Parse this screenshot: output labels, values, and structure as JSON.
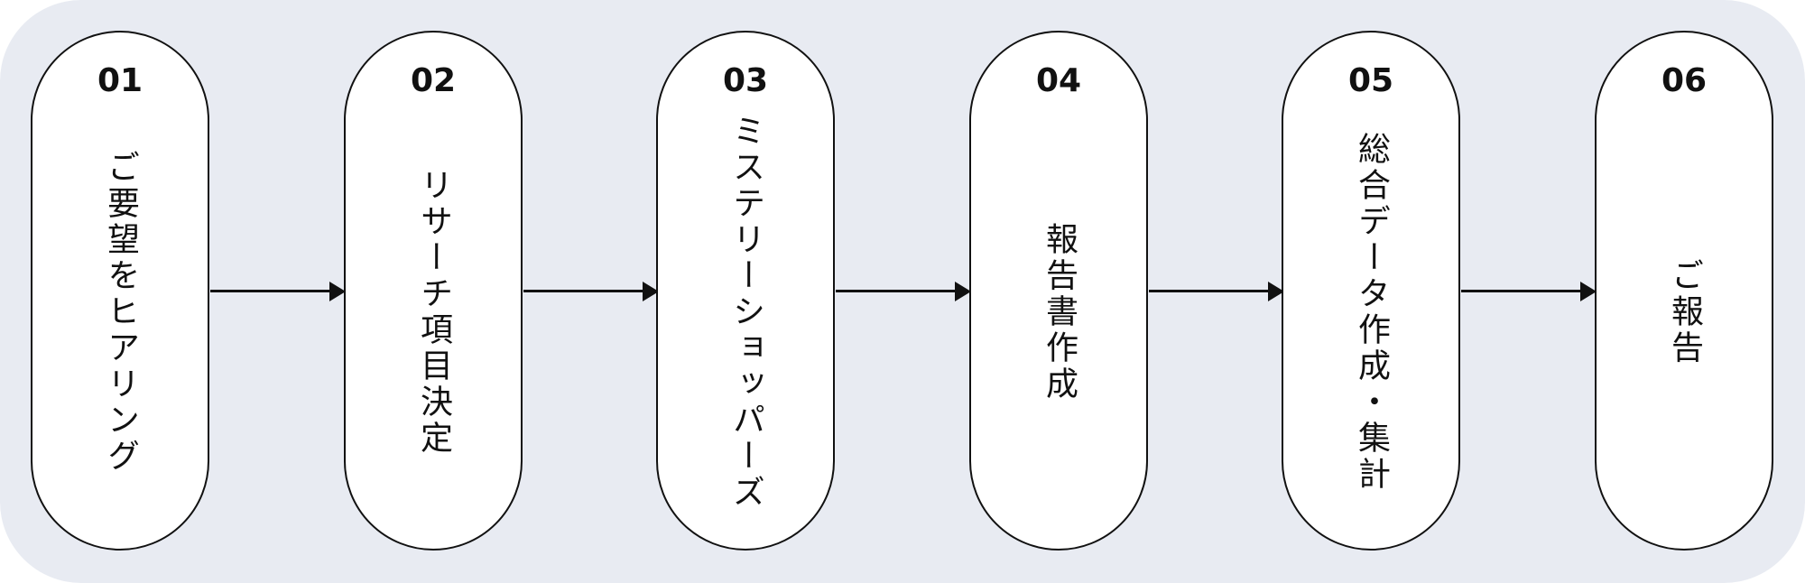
{
  "steps": [
    {
      "number": "01",
      "label": "ご要望をヒアリング"
    },
    {
      "number": "02",
      "label": "リサーチ項目決定"
    },
    {
      "number": "03",
      "label": "ミステリーショッパーズ"
    },
    {
      "number": "04",
      "label": "報告書作成"
    },
    {
      "number": "05",
      "label": "総合データ作成・集計"
    },
    {
      "number": "06",
      "label": "ご報告"
    }
  ],
  "colors": {
    "panel_background": "#e8ebf2",
    "step_background": "#ffffff",
    "stroke": "#111111"
  }
}
